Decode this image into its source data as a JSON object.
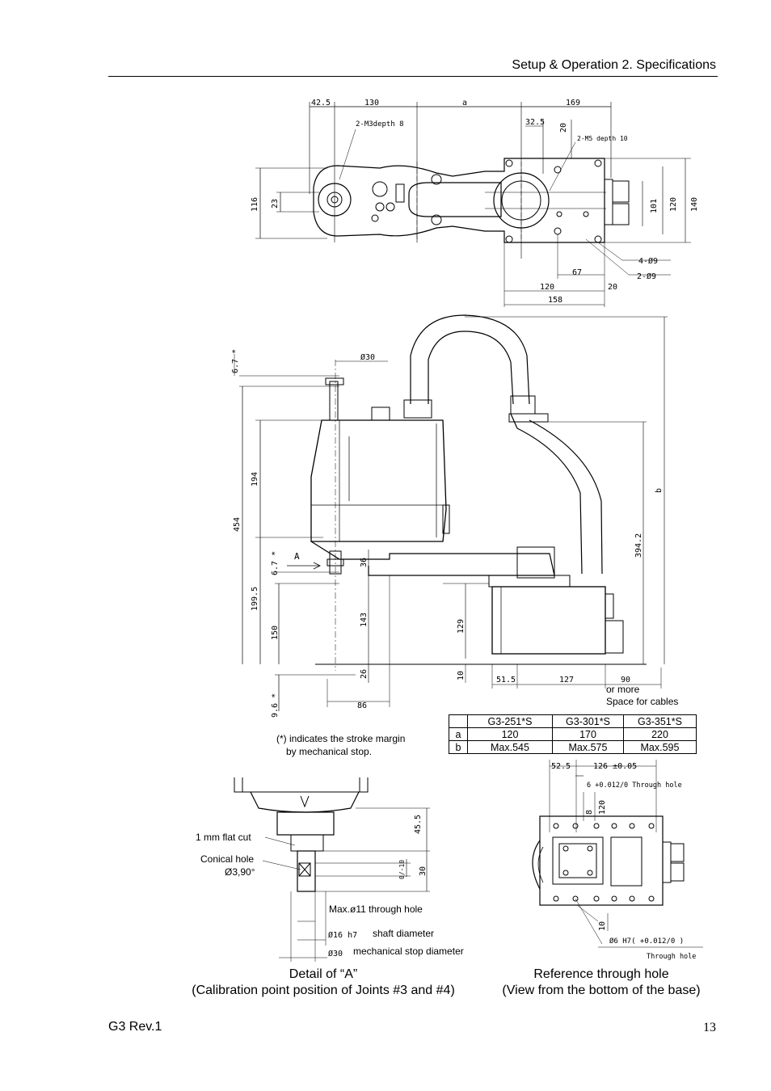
{
  "header": {
    "title": "Setup & Operation   2. Specifications"
  },
  "footer": {
    "left": "G3 Rev.1",
    "page_number": "13"
  },
  "top_view": {
    "dims": [
      "42.5",
      "130",
      "a",
      "169",
      "32.5",
      "20",
      "2-M3depth 8",
      "2-M5 depth 10",
      "116",
      "23",
      "101",
      "120",
      "140",
      "4-Ø9",
      "2-Ø9",
      "67",
      "120",
      "20",
      "158"
    ]
  },
  "side_view": {
    "dims": [
      "Ø30",
      "6.7 *",
      "194",
      "454",
      "6.7 *",
      "A",
      "199.5",
      "150",
      "9.6 *",
      "36",
      "143",
      "26",
      "86",
      "129",
      "10",
      "51.5",
      "127",
      "90",
      "394.2",
      "b"
    ],
    "cable_note_1": "or more",
    "cable_note_2": "Space for cables"
  },
  "spec_table": {
    "headers": [
      "",
      "G3-251*S",
      "G3-301*S",
      "G3-351*S"
    ],
    "rows": [
      [
        "a",
        "120",
        "170",
        "220"
      ],
      [
        "b",
        "Max.545",
        "Max.575",
        "Max.595"
      ]
    ]
  },
  "stroke_note": {
    "line1": "(*) indicates the stroke margin",
    "line2": "by mechanical stop."
  },
  "detail_a": {
    "flat_cut": "1  mm  flat  cut",
    "conical_1": "Conical hole",
    "conical_2": "Ø3,90°",
    "dims": [
      "45.5",
      "30",
      "0/-10",
      "Ø16  h7",
      "Ø30"
    ],
    "through_hole": "Max.ø11 through hole",
    "shaft": "shaft diameter",
    "mech_stop": "mechanical stop diameter",
    "caption_1": "Detail of “A”",
    "caption_2": "(Calibration point position of Joints #3 and #4)"
  },
  "ref_hole": {
    "dims": [
      "52.5",
      "126 ±0.05",
      "6 +0.012/0 Through hole",
      "8",
      "120",
      "10",
      "Ø6  H7( +0.012/0 )",
      "Through hole"
    ],
    "caption_1": "Reference through hole",
    "caption_2": "(View from the bottom of the base)"
  }
}
